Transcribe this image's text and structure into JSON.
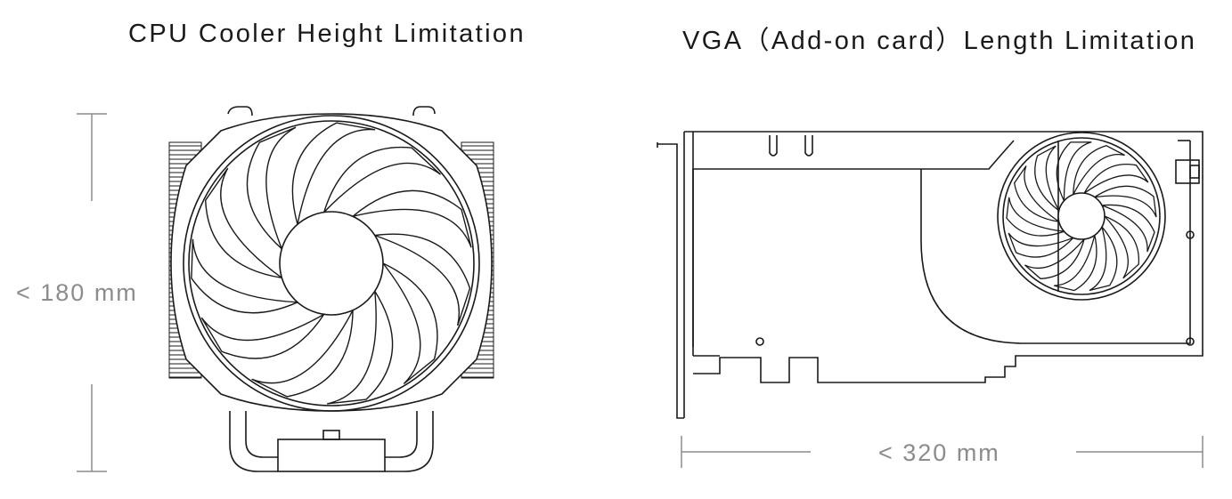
{
  "cpu_cooler": {
    "title": "CPU Cooler Height Limitation",
    "dimension_label": "< 180 mm"
  },
  "vga_card": {
    "title": "VGA（Add-on card）Length Limitation",
    "dimension_label": "< 320 mm"
  },
  "colors": {
    "line": "#1a1a1a",
    "dimension": "#8c8c8c"
  }
}
